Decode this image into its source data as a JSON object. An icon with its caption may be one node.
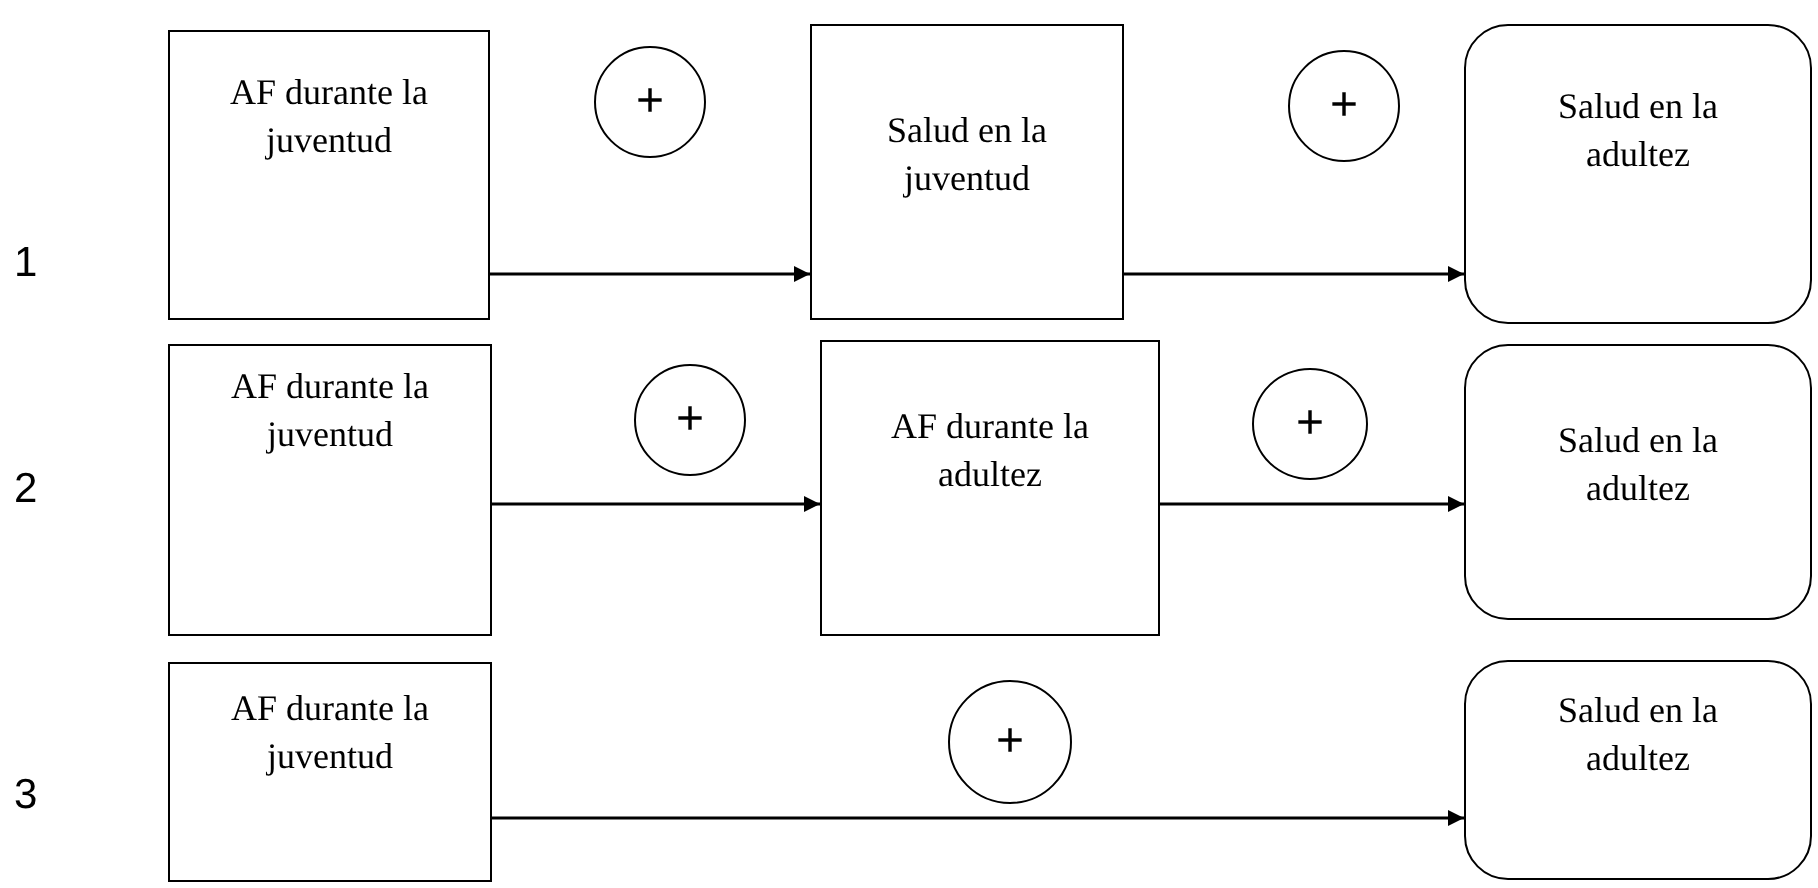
{
  "diagram": {
    "nodes": [
      {
        "text": [
          "AF durante la juventud"
        ]
      },
      {
        "text": [
          "+"
        ]
      },
      {
        "text": [
          "Salud en la juventud"
        ]
      },
      {
        "text": [
          "+"
        ]
      },
      {
        "text": [
          "Salud en la adultez"
        ]
      },
      {
        "text": [
          "AF durante la juventud"
        ]
      },
      {
        "text": [
          "+"
        ]
      },
      {
        "text": [
          "AF durante la adultez"
        ]
      },
      {
        "text": [
          "+"
        ]
      },
      {
        "text": [
          "Salud en la adultez"
        ]
      },
      {
        "text": [
          "AF durante la juventud"
        ]
      },
      {
        "text": [
          "+"
        ]
      },
      {
        "text": [
          "Salud en la adultez"
        ]
      }
    ],
    "edges": [
      {
        "from": 0,
        "to": 2,
        "arrow": "to"
      },
      {
        "from": 2,
        "to": 4,
        "arrow": "to"
      },
      {
        "from": 5,
        "to": 7,
        "arrow": "to"
      },
      {
        "from": 7,
        "to": 9,
        "arrow": "to"
      },
      {
        "from": 10,
        "to": 12,
        "arrow": "to"
      }
    ],
    "labels": [
      "1",
      "2",
      "3"
    ]
  }
}
